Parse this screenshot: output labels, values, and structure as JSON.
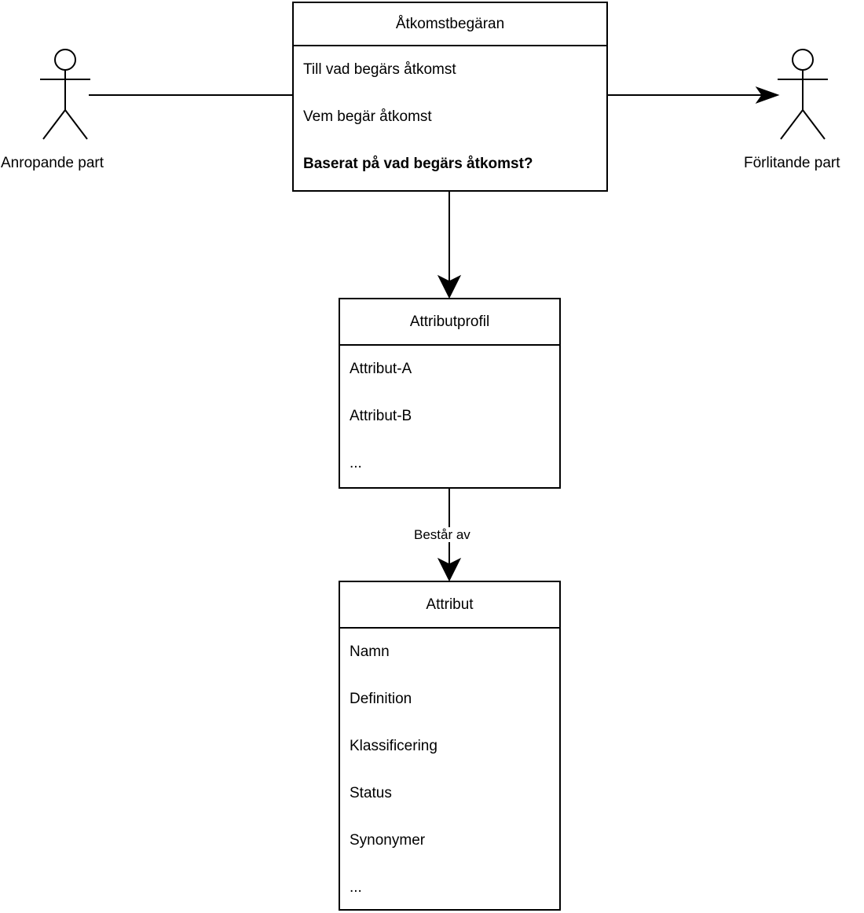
{
  "diagram": {
    "title": "Åtkomstbegäran",
    "type": "uml-class-diagram",
    "language": "sv"
  },
  "actors": [
    {
      "id": "anropande",
      "label": "Anropande part",
      "icon": "actor-stick-figure-icon",
      "side": "left"
    },
    {
      "id": "forlitande",
      "label": "Förlitande part",
      "icon": "actor-stick-figure-icon",
      "side": "right"
    }
  ],
  "boxes": [
    {
      "id": "atkomstbegaran",
      "title": "Åtkomstbegäran",
      "attributes": [
        {
          "text": "Till vad begärs åtkomst",
          "bold": false
        },
        {
          "text": "Vem begär åtkomst",
          "bold": false
        },
        {
          "text": "Baserat på vad begärs åtkomst?",
          "bold": true
        }
      ]
    },
    {
      "id": "attributprofil",
      "title": "Attributprofil",
      "attributes": [
        {
          "text": "Attribut-A",
          "bold": false
        },
        {
          "text": "Attribut-B",
          "bold": false
        },
        {
          "text": "...",
          "bold": false
        }
      ]
    },
    {
      "id": "attribut",
      "title": "Attribut",
      "attributes": [
        {
          "text": "Namn",
          "bold": false
        },
        {
          "text": "Definition",
          "bold": false
        },
        {
          "text": "Klassificering",
          "bold": false
        },
        {
          "text": "Status",
          "bold": false
        },
        {
          "text": "Synonymer",
          "bold": false
        },
        {
          "text": "...",
          "bold": false
        }
      ]
    }
  ],
  "edges": [
    {
      "id": "anropande-to-atkomstbegaran",
      "from": "anropande",
      "to": "atkomstbegaran",
      "label": "",
      "arrowhead": "none"
    },
    {
      "id": "atkomstbegaran-to-forlitande",
      "from": "atkomstbegaran",
      "to": "forlitande",
      "label": "",
      "arrowhead": "open"
    },
    {
      "id": "atkomstbegaran-to-attributprofil",
      "from": "atkomstbegaran",
      "to": "attributprofil",
      "label": "",
      "arrowhead": "block"
    },
    {
      "id": "attributprofil-to-attribut",
      "from": "attributprofil",
      "to": "attribut",
      "label": "Består av",
      "arrowhead": "block"
    }
  ],
  "colors": {
    "stroke": "#000000",
    "fill": "#ffffff",
    "text": "#000000"
  }
}
